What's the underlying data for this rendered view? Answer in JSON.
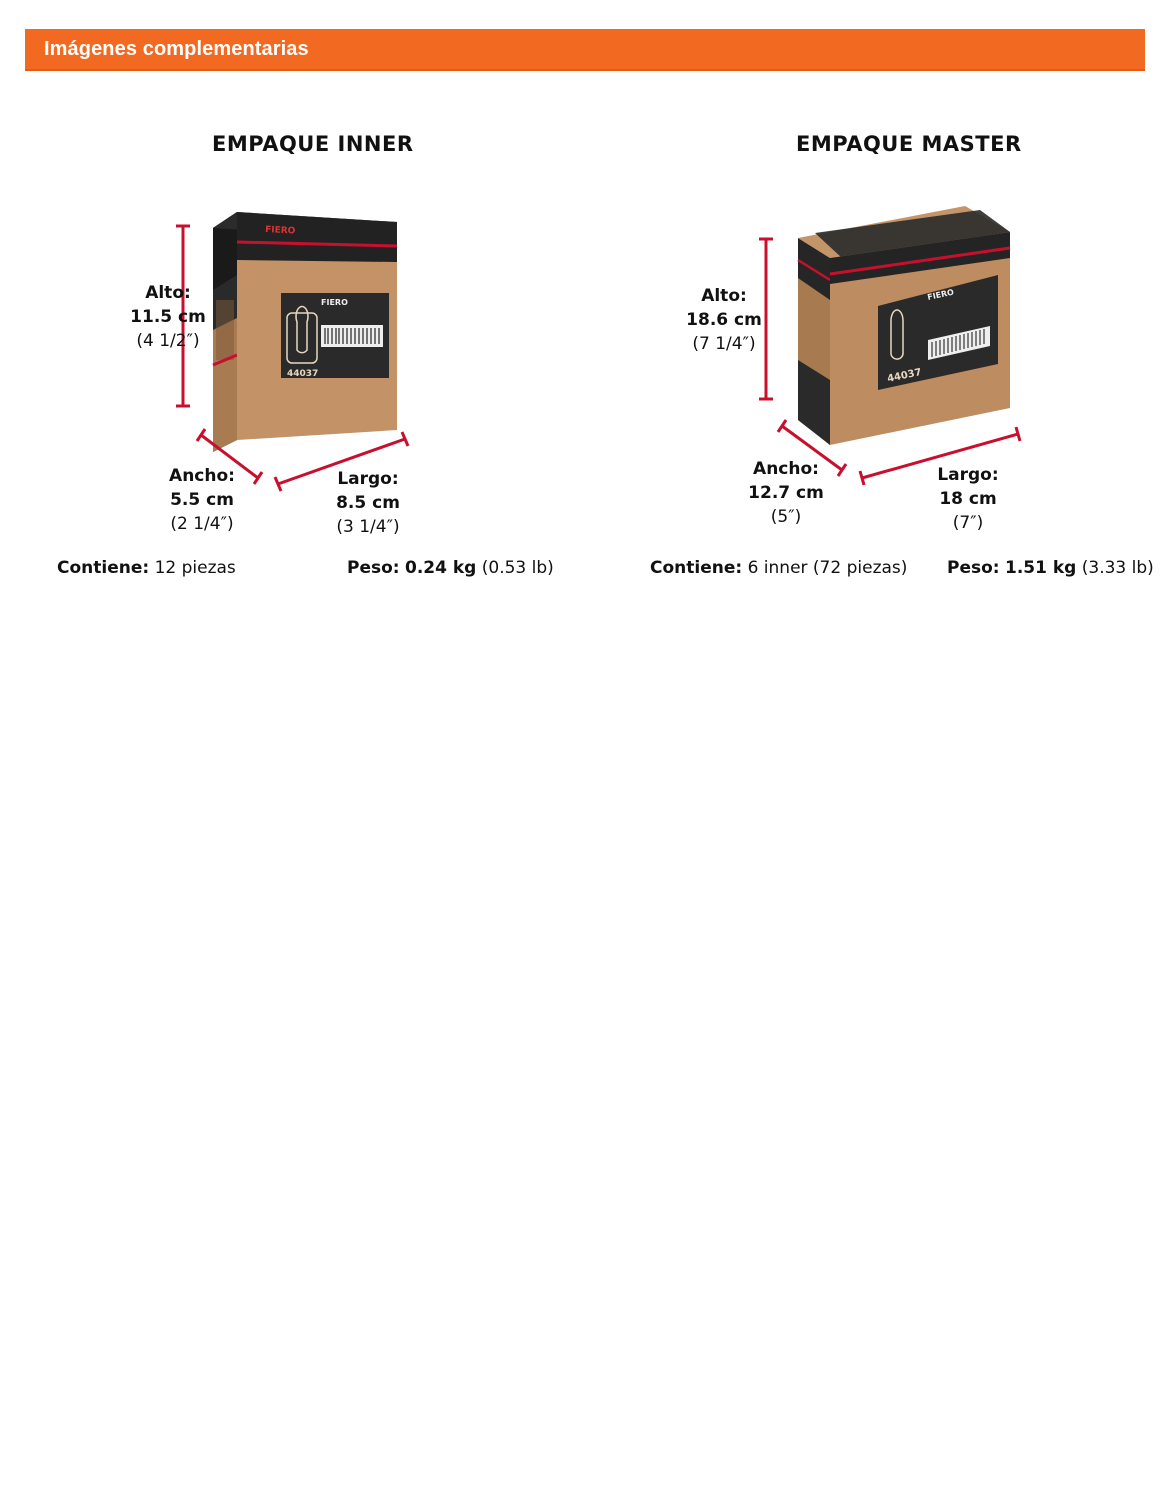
{
  "header": {
    "title": "Imágenes complementarias"
  },
  "colors": {
    "accent": "#f26a21",
    "dimension_line": "#c8102e",
    "cardboard": "#b98a5e",
    "tape": "#1f1f1f"
  },
  "inner": {
    "title": "EMPAQUE INNER",
    "alto": {
      "name": "Alto:",
      "metric": "11.5 cm",
      "imperial": "(4 1/2″)"
    },
    "ancho": {
      "name": "Ancho:",
      "metric": "5.5 cm",
      "imperial": "(2 1/4″)"
    },
    "largo": {
      "name": "Largo:",
      "metric": "8.5 cm",
      "imperial": "(3 1/4″)"
    },
    "box_label": {
      "brand": "FIERO",
      "code": "44037"
    },
    "contiene": {
      "label": "Contiene:",
      "value": "12 piezas"
    },
    "peso": {
      "label": "Peso:",
      "kg": "0.24 kg",
      "lb": "(0.53 lb)"
    }
  },
  "master": {
    "title": "EMPAQUE MASTER",
    "alto": {
      "name": "Alto:",
      "metric": "18.6 cm",
      "imperial": "(7 1/4″)"
    },
    "ancho": {
      "name": "Ancho:",
      "metric": "12.7 cm",
      "imperial": "(5″)"
    },
    "largo": {
      "name": "Largo:",
      "metric": "18 cm",
      "imperial": "(7″)"
    },
    "box_label": {
      "brand": "FIERO",
      "code": "44037"
    },
    "contiene": {
      "label": "Contiene:",
      "value": "6 inner (72 piezas)"
    },
    "peso": {
      "label": "Peso:",
      "kg": "1.51 kg",
      "lb": "(3.33 lb)"
    }
  }
}
